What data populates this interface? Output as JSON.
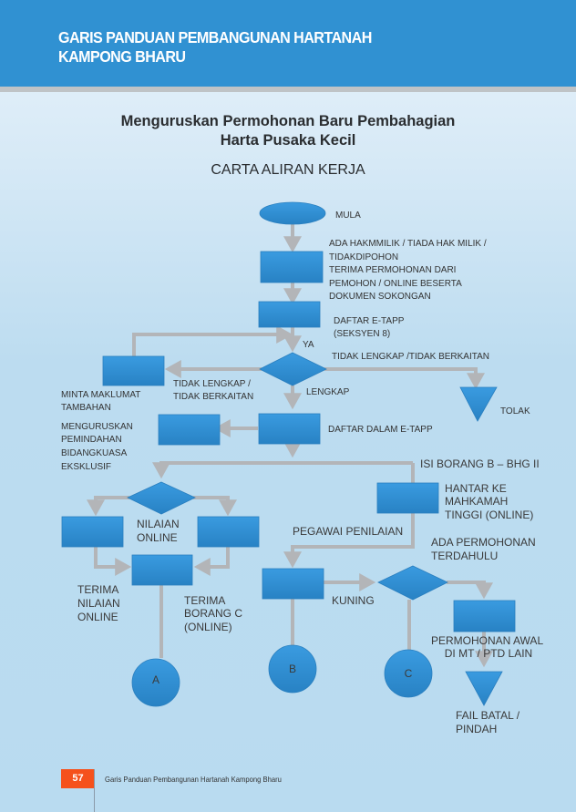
{
  "header": {
    "title_line1": "GARIS PANDUAN PEMBANGUNAN HARTANAH",
    "title_line2": "KAMPONG BHARU"
  },
  "subtitle_line1": "Menguruskan Permohonan Baru Pembahagian",
  "subtitle_line2": "Harta Pusaka Kecil",
  "chart_title": "CARTA ALIRAN KERJA",
  "flow": {
    "start": "MULA",
    "step1": [
      "ADA HAKMMILIK / TIADA HAK MILIK /",
      "TIDAKDIPOHON",
      "TERIMA PERMOHONAN DARI",
      "PEMOHON / ONLINE BESERTA",
      "DOKUMEN SOKONGAN"
    ],
    "step2": [
      "DAFTAR E-TAPP",
      "(SEKSYEN 8)"
    ],
    "ya": "YA",
    "not_complete_right": "TIDAK LENGKAP /TIDAK BERKAITAN",
    "not_complete_left": [
      "TIDAK LENGKAP /",
      "TIDAK BERKAITAN"
    ],
    "reject": "TOLAK",
    "request_info": [
      "MINTA MAKLUMAT",
      "TAMBAHAN"
    ],
    "complete": "LENGKAP",
    "register": "DAFTAR DALAM E-TAPP",
    "transfer": [
      "MENGURUSKAN",
      "PEMINDAHAN",
      "BIDANGKUASA",
      "EKSKLUSIF"
    ],
    "form_b": "ISI BORANG B – BHG II",
    "high_court": [
      "HANTAR KE",
      "MAHKAMAH",
      "TINGGI (ONLINE)"
    ],
    "valuation_online": [
      "NILAIAN",
      "ONLINE"
    ],
    "receive_valuation": [
      "TERIMA",
      "NILAIAN",
      "ONLINE"
    ],
    "receive_form_c": [
      "TERIMA",
      "BORANG C",
      "(ONLINE)"
    ],
    "valuer": "PEGAWAI PENILAIAN",
    "prior_application": [
      "ADA PERMOHONAN",
      "TERDAHULU"
    ],
    "kuning": "KUNING",
    "initial_application": [
      "PERMOHONAN AWAL",
      "DI MT / PTD LAIN"
    ],
    "file_cancel": [
      "FAIL BATAL /",
      "PINDAH"
    ],
    "connector_a": "A",
    "connector_b": "B",
    "connector_c": "C"
  },
  "colors": {
    "shape": "#2f8fd3",
    "arrow": "#b3b5b8",
    "header": "#3091d2",
    "page_badge": "#f5511c"
  },
  "footer": {
    "page_number": "57",
    "text": "Garis Panduan Pembangunan Hartanah Kampong Bharu"
  }
}
